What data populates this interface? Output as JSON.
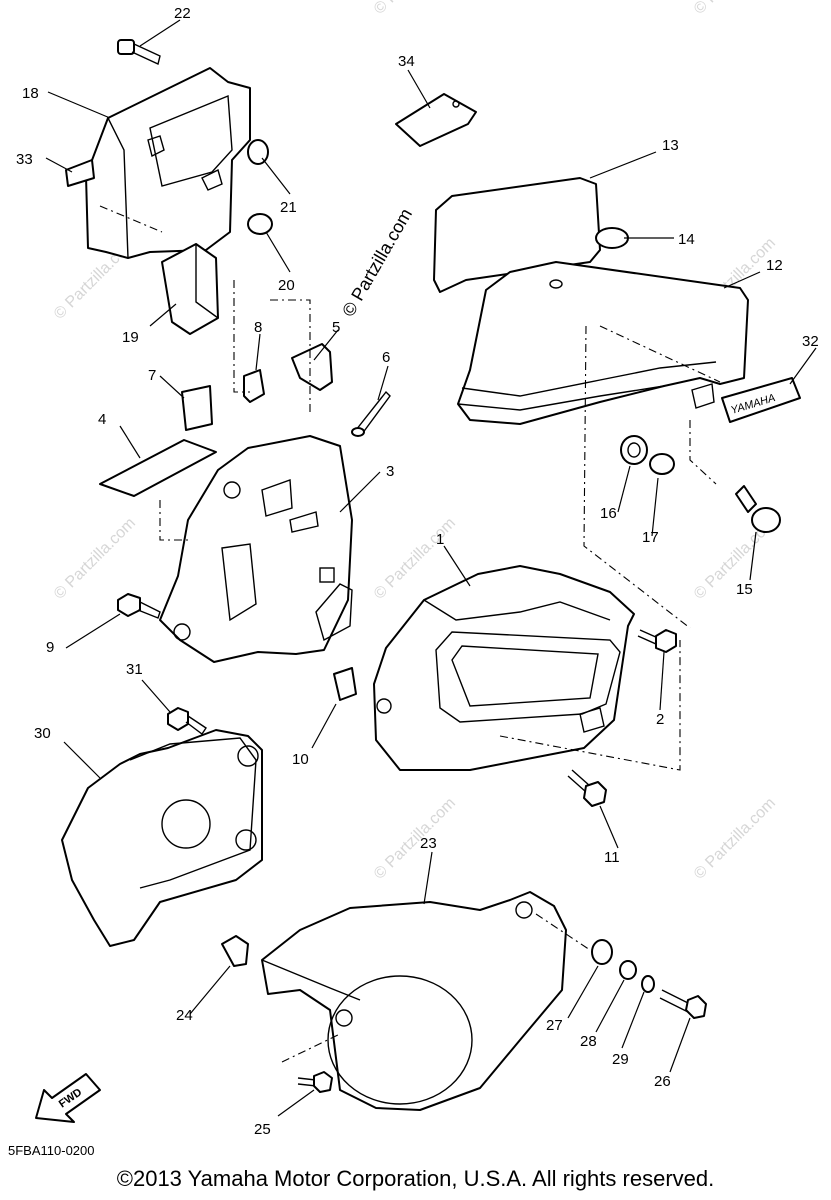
{
  "diagram": {
    "drawing_code": "5FBA110-0200",
    "copyright": "©2013 Yamaha Motor Corporation, U.S.A. All rights reserved.",
    "watermark": "© Partzilla.com",
    "brand_label": "YAMAHA",
    "direction_label": "FWD",
    "callouts": [
      "1",
      "2",
      "3",
      "4",
      "5",
      "6",
      "7",
      "8",
      "9",
      "10",
      "11",
      "12",
      "13",
      "14",
      "15",
      "16",
      "17",
      "18",
      "19",
      "20",
      "21",
      "22",
      "23",
      "24",
      "25",
      "26",
      "27",
      "28",
      "29",
      "30",
      "31",
      "32",
      "33",
      "34"
    ]
  }
}
